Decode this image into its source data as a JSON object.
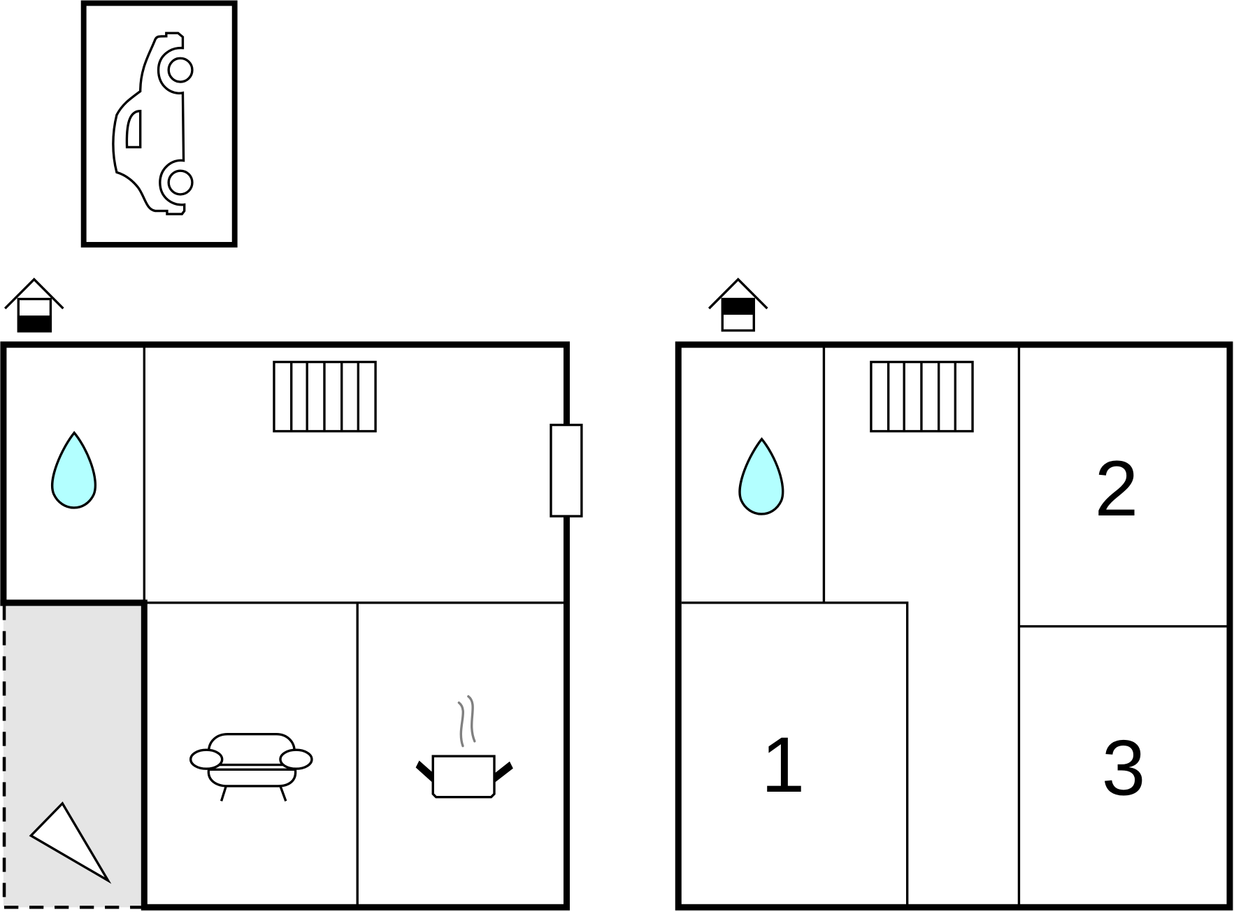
{
  "rooms": {
    "bedroom_1": "1",
    "bedroom_2": "2",
    "bedroom_3": "3"
  },
  "colors": {
    "water": "#b3ffff",
    "terrace": "#e5e5e5",
    "steam": "#808080"
  },
  "icons": [
    "car-icon",
    "entrance-icon",
    "water-drop-icon",
    "radiator-icon",
    "sofa-icon",
    "cooking-pot-icon",
    "terrace-icon"
  ]
}
